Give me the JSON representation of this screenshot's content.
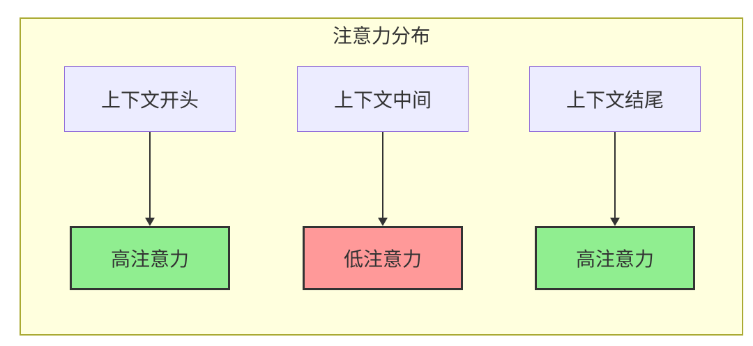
{
  "diagram": {
    "title": "注意力分布",
    "type": "flowchart",
    "columns": [
      {
        "source_label": "上下文开头",
        "result_label": "高注意力",
        "attention_level": "high"
      },
      {
        "source_label": "上下文中间",
        "result_label": "低注意力",
        "attention_level": "low"
      },
      {
        "source_label": "上下文结尾",
        "result_label": "高注意力",
        "attention_level": "high"
      }
    ],
    "colors": {
      "cluster_background": "#ffffde",
      "cluster_border": "#aaaa33",
      "source_node_background": "#ececff",
      "source_node_border": "#9370db",
      "high_attention_background": "#90ee90",
      "low_attention_background": "#ff9999",
      "result_node_border": "#333333",
      "arrow": "#333333",
      "text": "#333333",
      "page_background": "#ffffff"
    }
  }
}
